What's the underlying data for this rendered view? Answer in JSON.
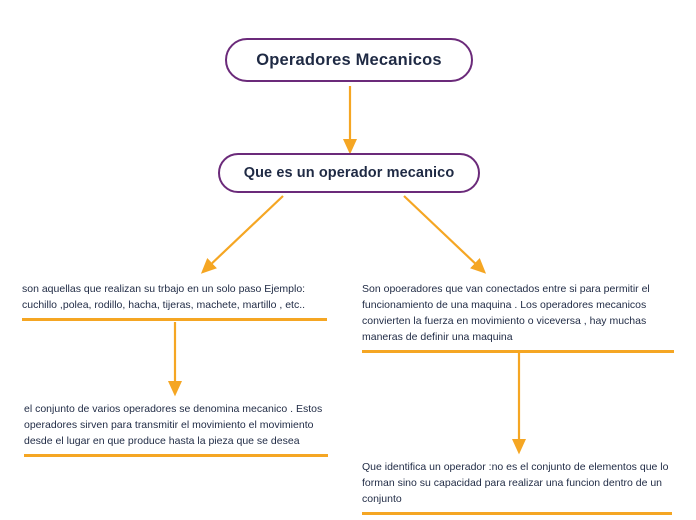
{
  "diagram": {
    "type": "mind-map",
    "accent_color": "#f5a623",
    "node_border_color": "#6b2a7a",
    "text_color": "#1f2a44",
    "root": {
      "label": "Operadores Mecanicos"
    },
    "level2": {
      "label": "Que es un operador mecanico"
    },
    "leaves": [
      {
        "id": "leaf-left-1",
        "text": "son aquellas que realizan  su trbajo en un solo paso Ejemplo: cuchillo ,polea, rodillo, hacha, tijeras, machete, martillo , etc.."
      },
      {
        "id": "leaf-right-1",
        "text": "Son opoeradores que van conectados entre si para permitir el funcionamiento de una maquina . Los operadores mecanicos convierten la fuerza en movimiento o viceversa , hay muchas maneras de definir una maquina"
      },
      {
        "id": "leaf-left-2",
        "text": "el conjunto de varios operadores se denomina mecanico . Estos operadores sirven para transmitir el movimiento el movimiento desde el lugar en que produce hasta la pieza que se desea"
      },
      {
        "id": "leaf-right-2",
        "text": "Que identifica un operador :no es el conjunto de elementos que lo forman sino su capacidad para realizar una funcion dentro de un conjunto"
      }
    ]
  }
}
